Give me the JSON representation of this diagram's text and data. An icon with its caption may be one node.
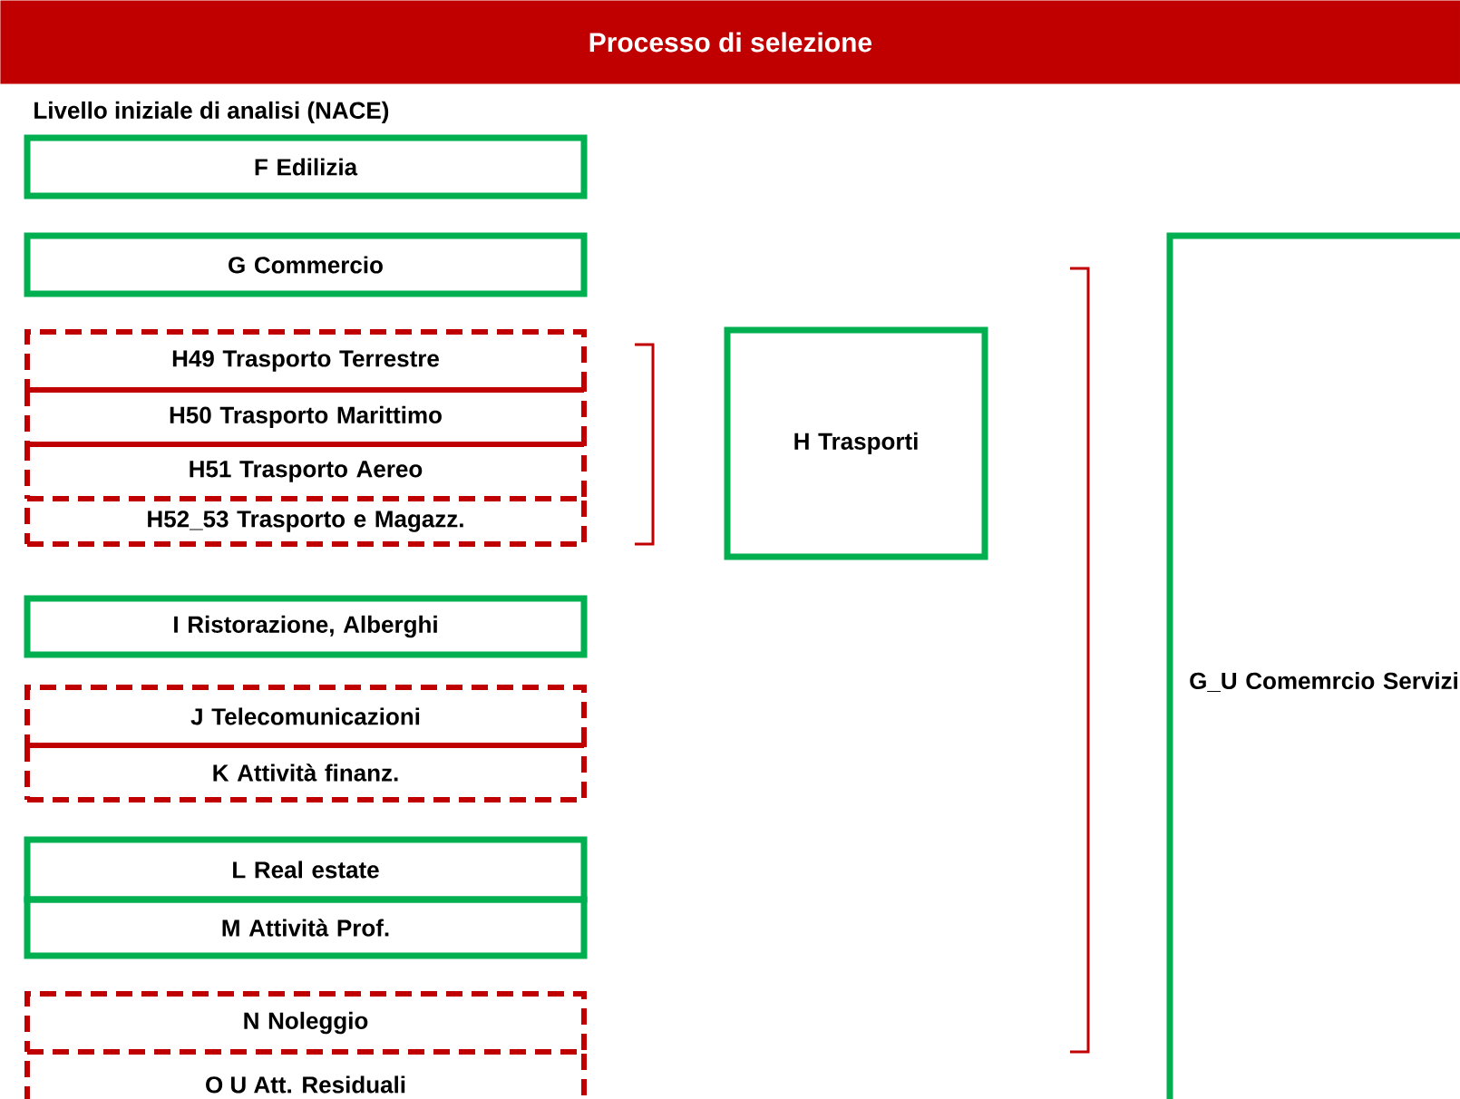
{
  "diagram": {
    "title": "Processo di selezione",
    "nodes": [
      {
        "text": [
          "F Edilizia"
        ]
      },
      {
        "text": [
          "G Commercio"
        ]
      },
      {
        "text": [
          "H49 Trasporto Terrestre"
        ]
      },
      {
        "text": [
          "H50 Trasporto Marittimo"
        ]
      },
      {
        "text": [
          "H51 Trasporto Aereo"
        ]
      },
      {
        "text": [
          "H52_53 Trasporto e Magazz."
        ]
      },
      {
        "text": [
          "I Ristorazione, Alberghi"
        ]
      },
      {
        "text": [
          "J Telecomunicazioni"
        ]
      },
      {
        "text": [
          "K Attività finanz."
        ]
      },
      {
        "text": [
          "L Real estate"
        ]
      },
      {
        "text": [
          "M Attività Prof."
        ]
      },
      {
        "text": [
          "N Noleggio"
        ]
      },
      {
        "text": [
          "O  U Att. Residuali"
        ]
      },
      {
        "text": [
          "H Trasporti"
        ]
      },
      {
        "text": [
          "G_U Comemrcio Servizi"
        ]
      }
    ],
    "labels": [
      "Livello iniziale di analisi (NACE)"
    ]
  }
}
